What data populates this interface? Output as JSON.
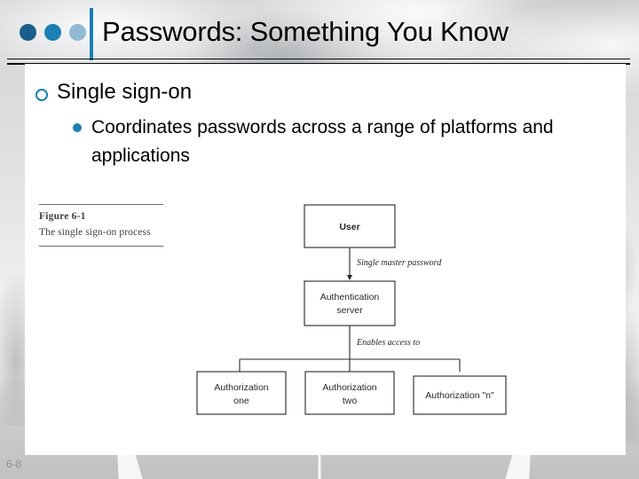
{
  "slide": {
    "title": "Passwords: Something You Know",
    "page_number": "6-8",
    "accent_colors": {
      "dot_dark": "#1a5f8c",
      "dot_mid": "#1b7eb4",
      "dot_light": "#93b9d4",
      "title_bar": "#1b7eb4",
      "bullet": "#1b7eb4"
    }
  },
  "bullets": {
    "level1": "Single sign-on",
    "level2": "Coordinates passwords across a range of platforms and applications"
  },
  "figure": {
    "caption_title": "Figure 6-1",
    "caption_subtitle": "The single sign-on process",
    "nodes": {
      "user": "User",
      "auth_server_line1": "Authentication",
      "auth_server_line2": "server",
      "auth_one_line1": "Authorization",
      "auth_one_line2": "one",
      "auth_two_line1": "Authorization",
      "auth_two_line2": "two",
      "auth_n": "Authorization \"n\""
    },
    "edges": {
      "user_to_server": "Single master password",
      "server_to_authorizations": "Enables access to"
    }
  }
}
